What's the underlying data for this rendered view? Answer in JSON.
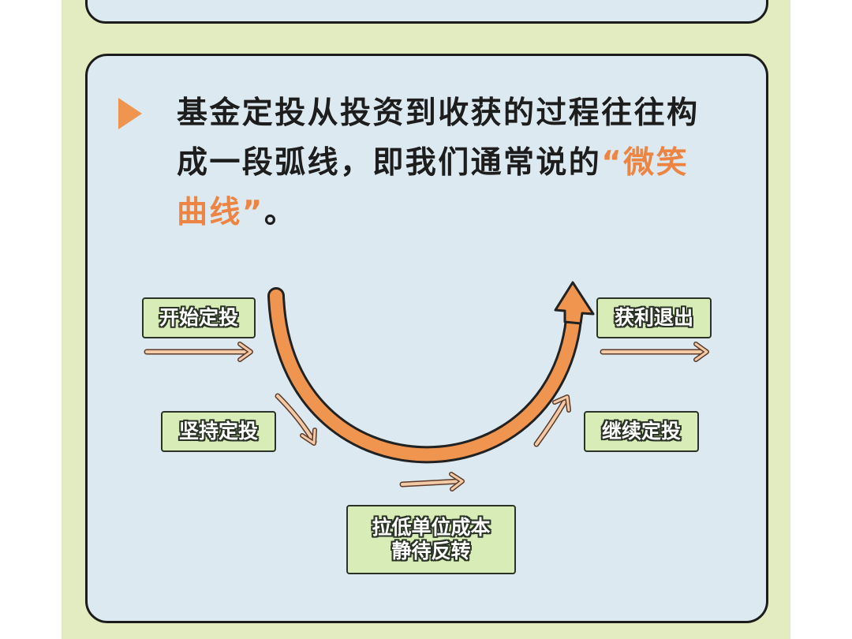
{
  "headline": {
    "part1": "基金定投从投资到收获的过程往往构成一段弧线，即我们通常说的",
    "highlight": "“微笑曲线”",
    "part2": "。"
  },
  "stages": {
    "start": "开始定投",
    "persist": "坚持定投",
    "lower_cost_line1": "拉低单位成本",
    "lower_cost_line2": "静待反转",
    "continue": "继续定投",
    "exit": "获利退出"
  },
  "colors": {
    "panel_background": "#e3ebc0",
    "card_background": "#dde9f1",
    "accent_orange": "#f0954f",
    "tag_fill": "#d7ecb6",
    "small_arrow": "#f4c9a6"
  },
  "icons": {
    "bullet": "triangle-right-icon",
    "curve": "smile-curve-arrow-icon"
  }
}
